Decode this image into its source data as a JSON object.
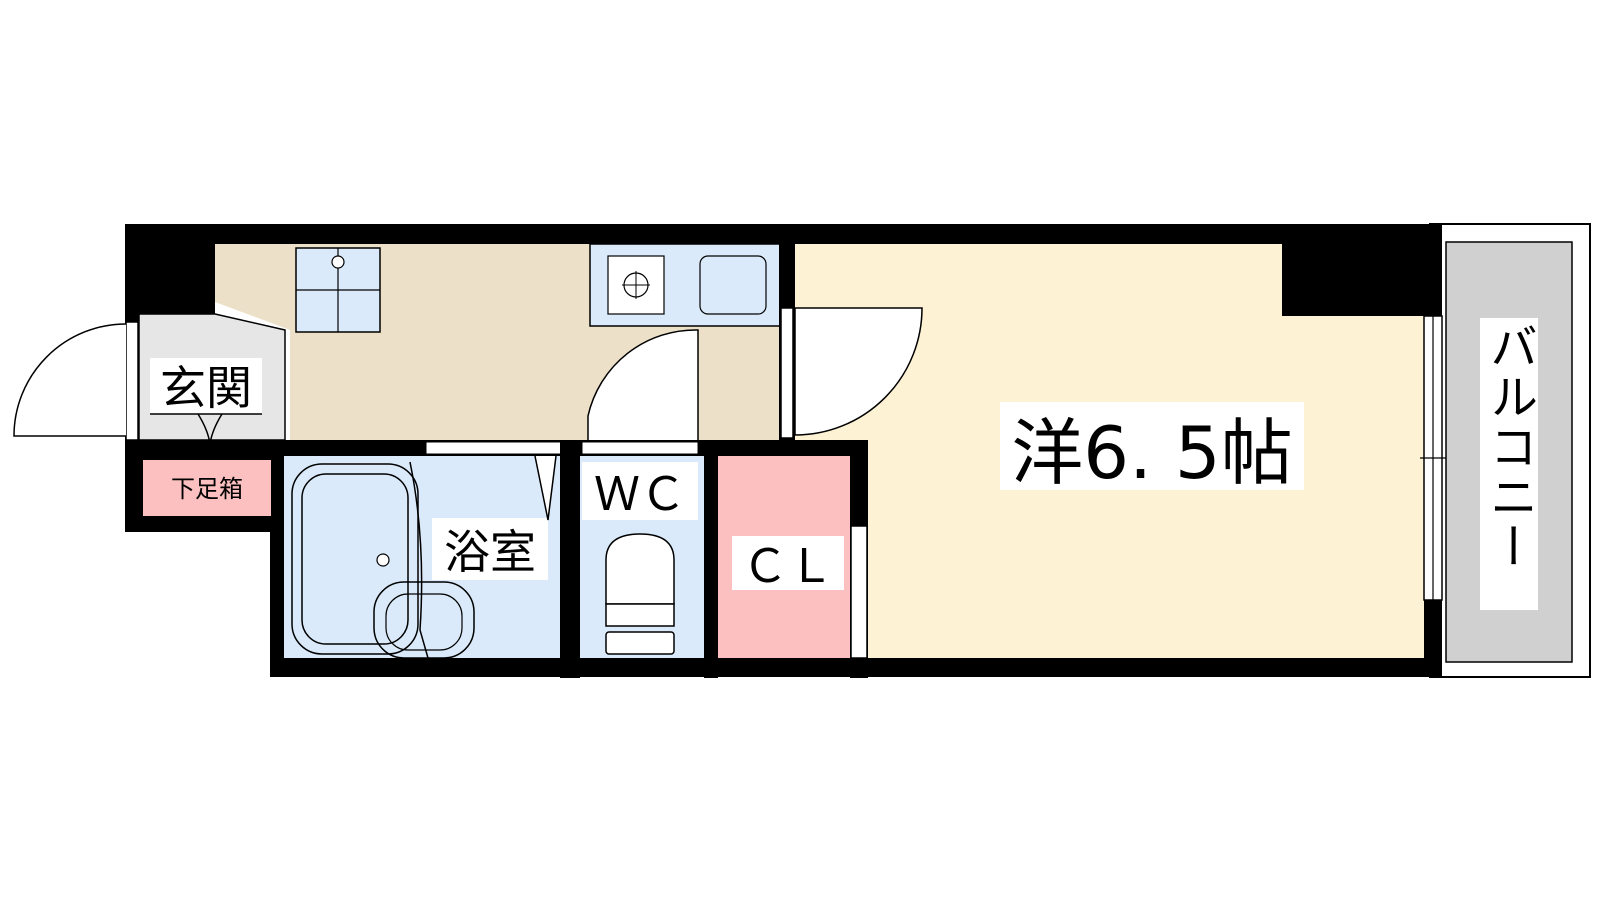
{
  "floorplan": {
    "labels": {
      "entrance": "玄関",
      "shoe_cabinet": "下足箱",
      "bathroom": "浴室",
      "toilet": "ＷＣ",
      "closet": "ＣＬ",
      "western_room": "洋6. 5帖",
      "balcony": "バルコニー"
    },
    "colors": {
      "wall": "#000000",
      "kitchen_floor": "#ede0c8",
      "entrance_floor": "#e6e6e6",
      "wet_area": "#daeafa",
      "closet": "#fcc0c0",
      "shoe_cabinet": "#fcc0c0",
      "room_floor": "#fdf2d4",
      "balcony_floor": "#d0d0d0"
    }
  }
}
